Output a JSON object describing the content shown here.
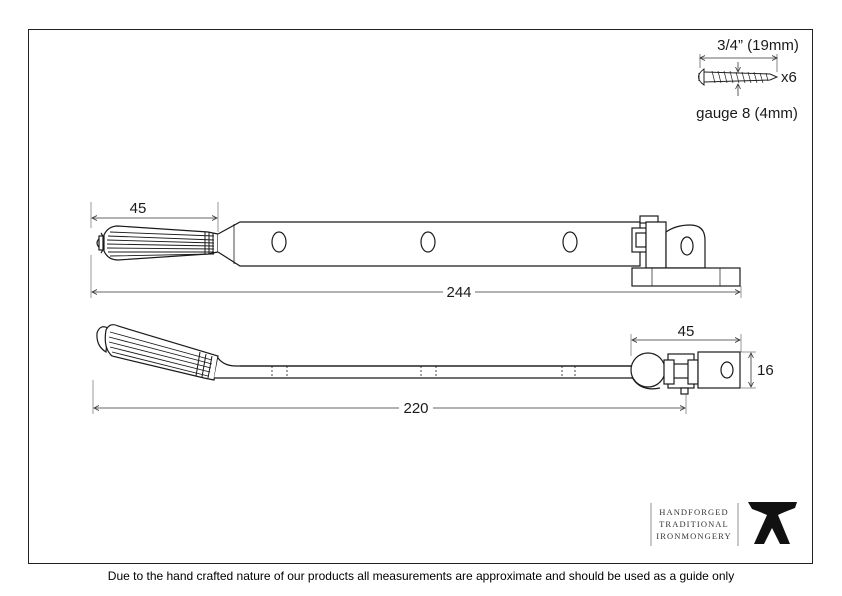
{
  "screw": {
    "length_label": "3/4” (19mm)",
    "quantity_label": "x6",
    "gauge_label": "gauge 8 (4mm)"
  },
  "top_view": {
    "handle_length_label": "45",
    "overall_length_label": "244"
  },
  "side_view": {
    "pivot_width_label": "45",
    "height_label": "16",
    "stay_length_label": "220"
  },
  "brand": {
    "line1": "HANDFORGED",
    "line2": "TRADITIONAL",
    "line3": "IRONMONGERY"
  },
  "footer": {
    "disclaimer": "Due to the hand crafted nature of our products all measurements are approximate and should be used as a guide only"
  }
}
